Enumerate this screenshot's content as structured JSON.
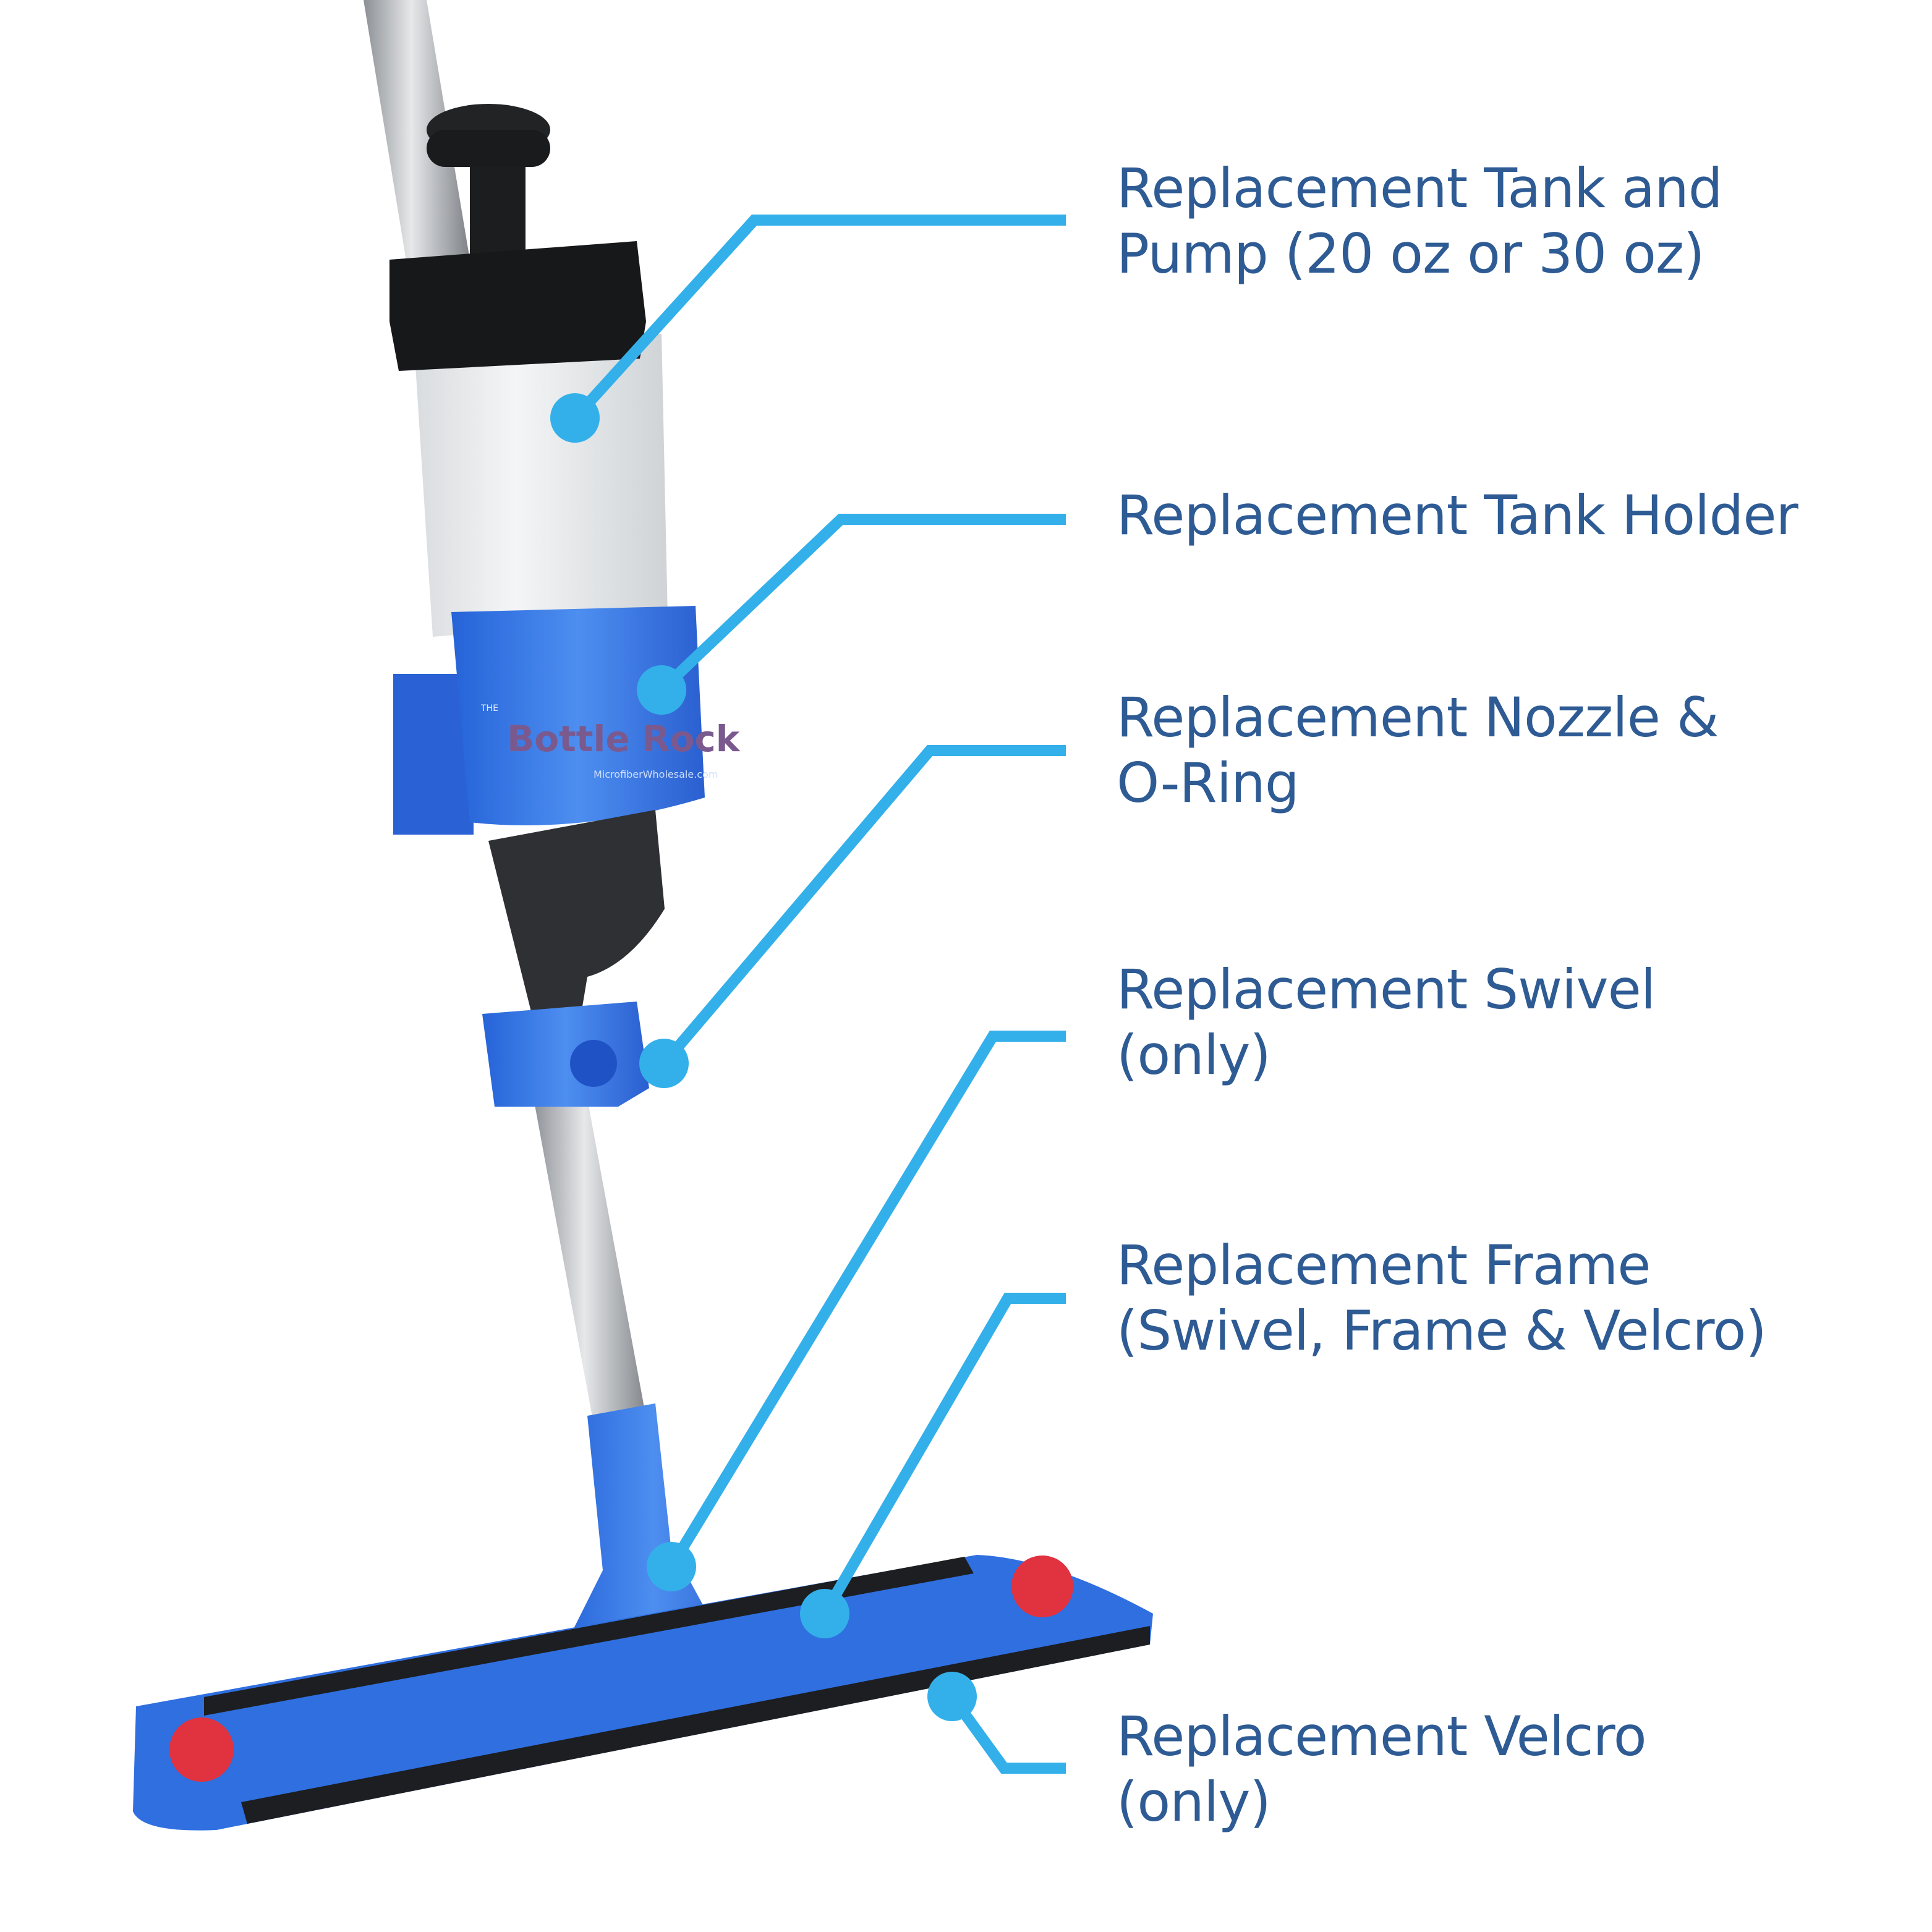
{
  "colors": {
    "label_text": "#2e5b94",
    "callout": "#33b0ea",
    "mop_blue": "#2f6fe0",
    "pad_red": "#e0323f"
  },
  "product_branding": {
    "small": "THE",
    "name": "Bottle Rock",
    "url": "MicrofiberWholesale.com"
  },
  "callouts": [
    {
      "lines": [
        "Replacement Tank and",
        "Pump (20 oz or 30 oz)"
      ]
    },
    {
      "lines": [
        "Replacement Tank Holder"
      ]
    },
    {
      "lines": [
        "Replacement Nozzle &",
        "O-Ring"
      ]
    },
    {
      "lines": [
        "Replacement Swivel",
        "(only)"
      ]
    },
    {
      "lines": [
        "Replacement Frame",
        "(Swivel, Frame & Velcro)"
      ]
    },
    {
      "lines": [
        "Replacement Velcro",
        "(only)"
      ]
    }
  ]
}
